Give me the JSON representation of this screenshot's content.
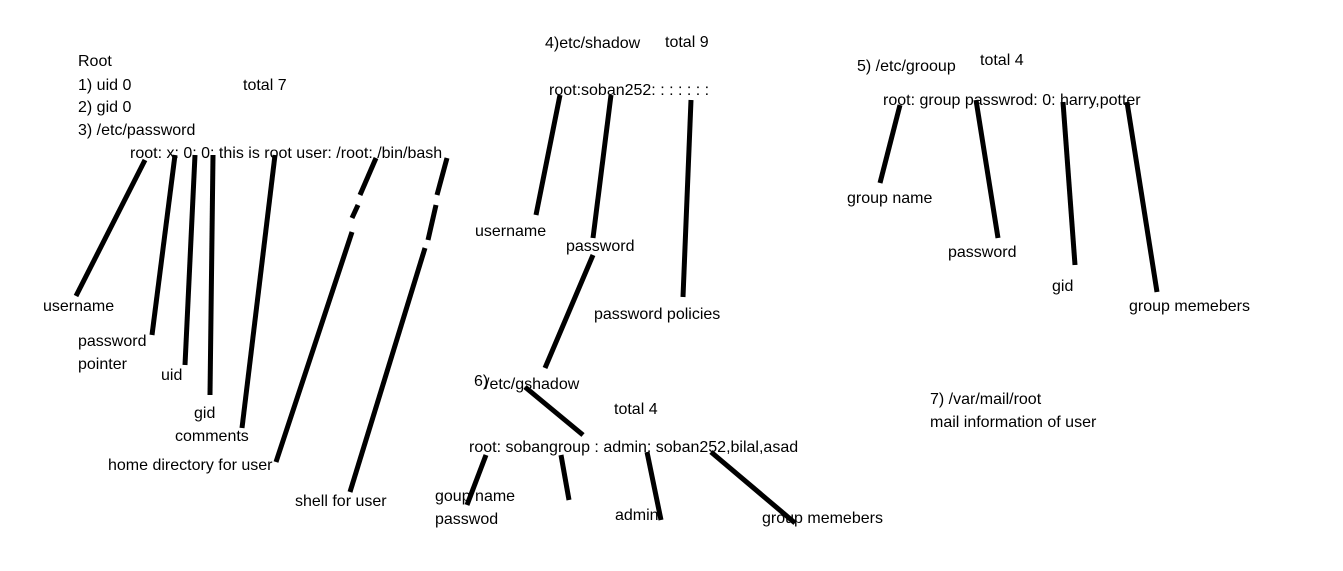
{
  "diagram": {
    "s1": {
      "title": "Root",
      "uid": "1) uid 0",
      "gid": "2) gid 0",
      "file": "3) /etc/password",
      "total": "total 7",
      "entry": "root: x: 0: 0: this is root user:  /root: /bin/bash",
      "labels": {
        "username": "username",
        "password": "password",
        "pointer": "pointer",
        "uid": "uid",
        "gid": "gid",
        "comments": "comments",
        "home": "home directory for user",
        "shell": "shell for user"
      }
    },
    "s4": {
      "file": "4)etc/shadow",
      "total": "total 9",
      "entry": "root:soban252: : : : : : :",
      "labels": {
        "username": "username",
        "password": "password",
        "policies": "password policies"
      }
    },
    "s5": {
      "file": "5) /etc/grooup",
      "total": "total 4",
      "entry": "root: group passwrod: 0: harry,potter",
      "labels": {
        "groupname": "group name",
        "password": "password",
        "gid": "gid",
        "members": "group memebers"
      }
    },
    "s6": {
      "num": "6)",
      "file": "/etc/gshadow",
      "total": "total 4",
      "entry": "root: sobangroup : admin: soban252,bilal,asad",
      "labels": {
        "groupname": "goup name",
        "password": "passwod",
        "admin": "admin",
        "members": "group memebers"
      }
    },
    "s7": {
      "file": "7) /var/mail/root",
      "desc": "mail information of user"
    }
  }
}
